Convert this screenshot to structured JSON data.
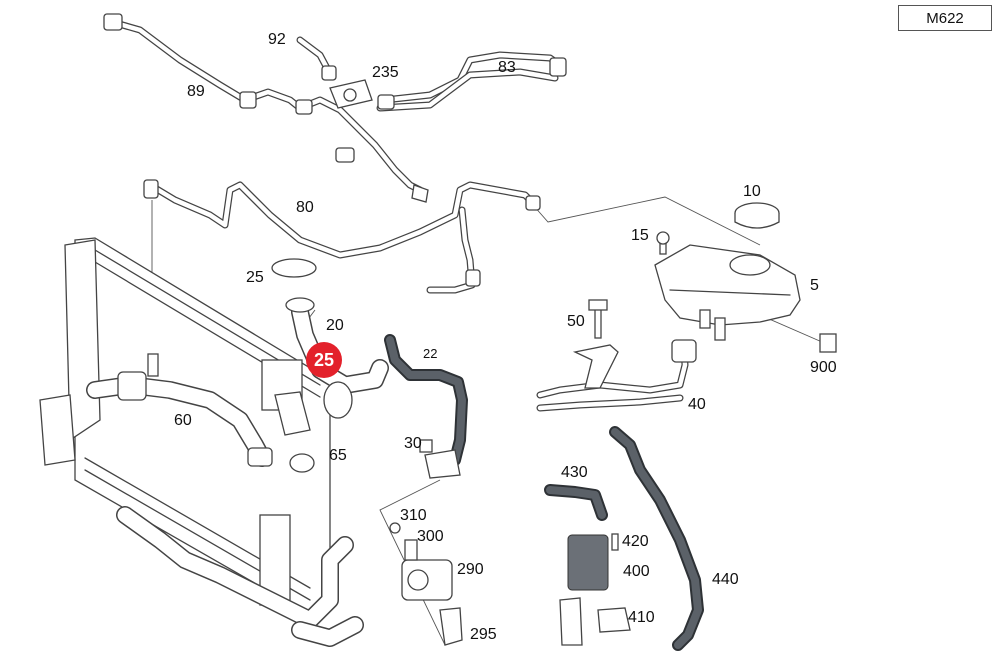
{
  "diagram": {
    "model_code": "M622",
    "highlighted_part": "25",
    "highlight_color": "#e3212b",
    "hose_color_dark": "#4a4f55",
    "outline_color": "#444444",
    "callouts": [
      "92",
      "235",
      "83",
      "89",
      "80",
      "10",
      "15",
      "5",
      "25",
      "20",
      "22",
      "50",
      "900",
      "60",
      "65",
      "30",
      "40",
      "430",
      "310",
      "300",
      "420",
      "290",
      "400",
      "440",
      "410",
      "295"
    ]
  }
}
